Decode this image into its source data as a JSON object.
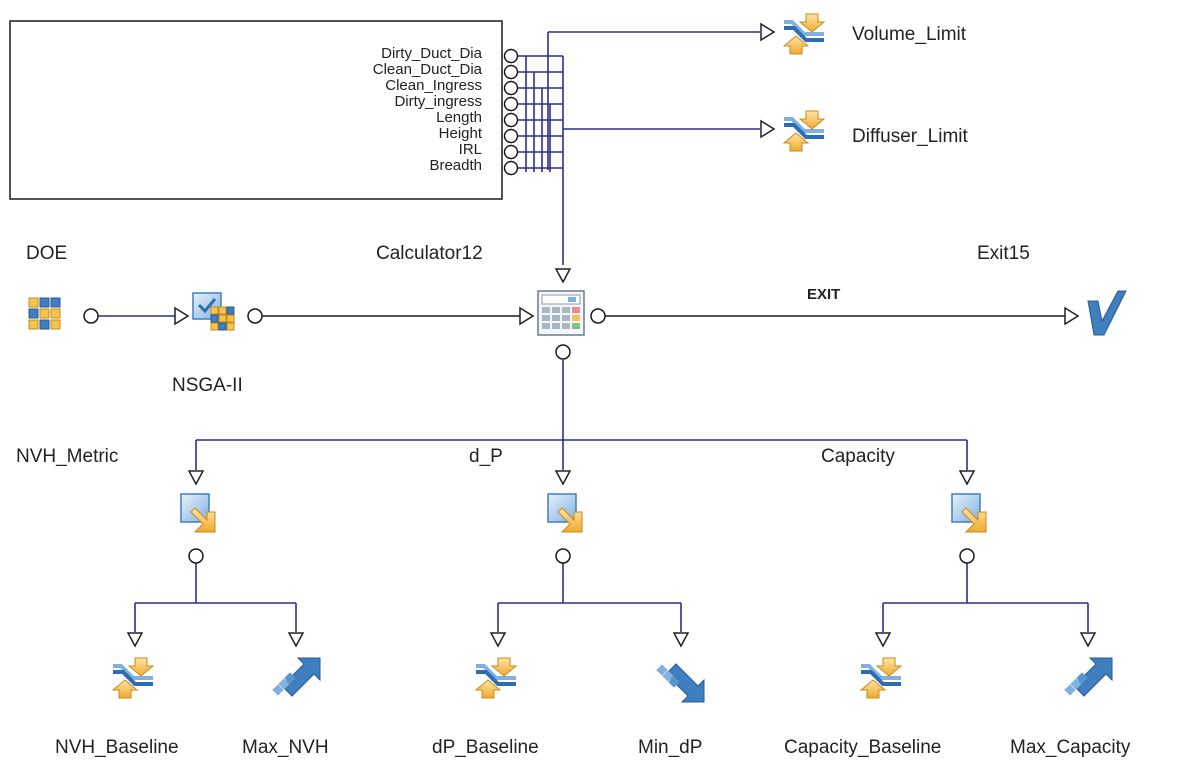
{
  "input_block": {
    "ports": [
      "Dirty_Duct_Dia",
      "Clean_Duct_Dia",
      "Clean_Ingress",
      "Dirty_ingress",
      "Length",
      "Height",
      "IRL",
      "Breadth"
    ]
  },
  "nodes": {
    "doe": "DOE",
    "nsga": "NSGA-II",
    "calculator": "Calculator12",
    "exit": "Exit15",
    "volume_limit": "Volume_Limit",
    "diffuser_limit": "Diffuser_Limit",
    "nvh_metric": "NVH_Metric",
    "dp": "d_P",
    "capacity": "Capacity",
    "nvh_baseline": "NVH_Baseline",
    "max_nvh": "Max_NVH",
    "dp_baseline": "dP_Baseline",
    "min_dp": "Min_dP",
    "capacity_baseline": "Capacity_Baseline",
    "max_capacity": "Max_Capacity"
  },
  "links": {
    "exit_label": "EXIT"
  },
  "colors": {
    "data_link": "#2b2f8f",
    "process_link": "#1a1a1a",
    "icon_blue": "#3f7fc0",
    "icon_orange": "#f2b233"
  },
  "icons": [
    "doe-icon",
    "nsga-optimizer-icon",
    "calculator-icon",
    "exit-icon",
    "constraint-icon",
    "transfer-icon",
    "maximize-icon",
    "minimize-icon"
  ]
}
